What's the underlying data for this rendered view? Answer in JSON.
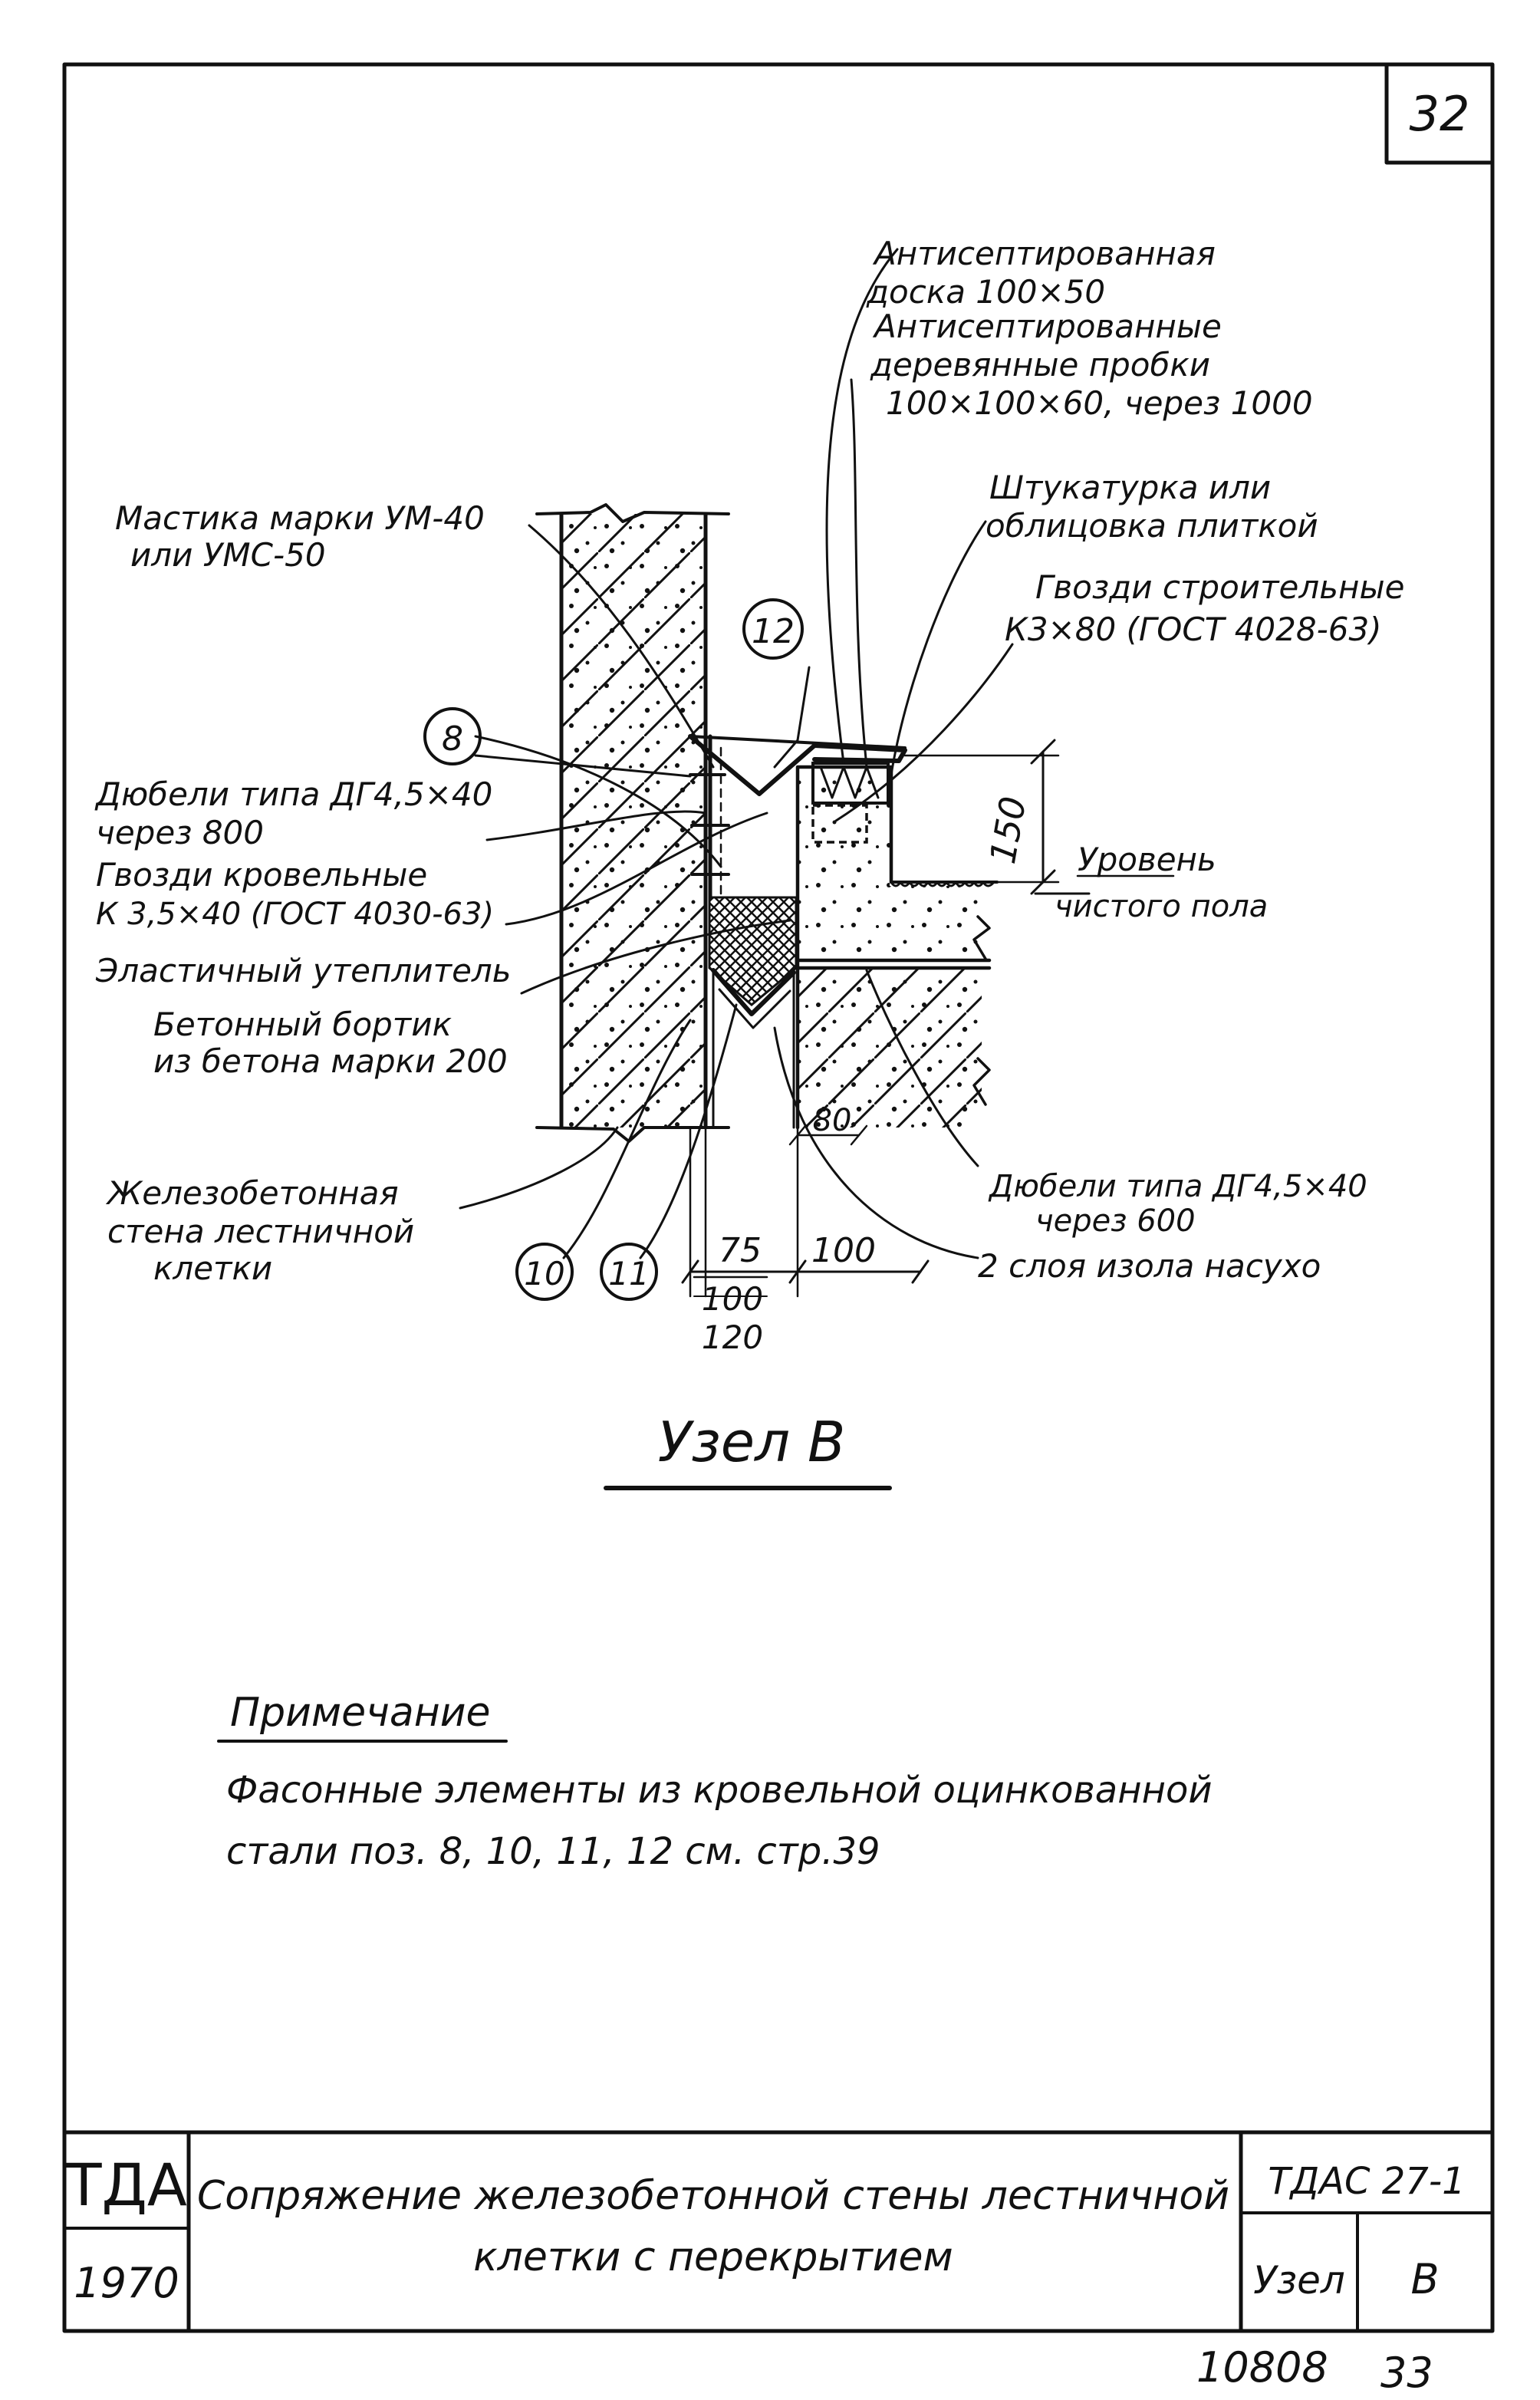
{
  "page_number": "32",
  "callouts": {
    "antiseptic_board": [
      "Антисептированная",
      "доска 100×50"
    ],
    "antiseptic_plugs": [
      "Антисептированные",
      "деревянные пробки",
      "100×100×60, через 1000"
    ],
    "plaster": [
      "Штукатурка или",
      "облицовка плиткой"
    ],
    "nails_construction": [
      "Гвозди строительные",
      "К3×80 (ГОСТ 4028-63)"
    ],
    "mastic": [
      "Мастика марки УМ-40",
      "или УМС-50"
    ],
    "dowels_top": [
      "Дюбели типа ДГ4,5×40",
      "через 800"
    ],
    "nails_roofing": [
      "Гвозди кровельные",
      "К 3,5×40 (ГОСТ 4030-63)"
    ],
    "insulation": [
      "Эластичный утеплитель"
    ],
    "concrete_curb": [
      "Бетонный бортик",
      "из бетона марки 200"
    ],
    "rc_wall": [
      "Железобетонная",
      "стена лестничной",
      "клетки"
    ],
    "floor_level": [
      "Уровень",
      "чистого пола"
    ],
    "dowels_bottom": [
      "Дюбели типа ДГ4,5×40",
      "через 600"
    ],
    "isol_layers": [
      "2 слоя изола насухо"
    ]
  },
  "markers": {
    "m8": "8",
    "m10": "10",
    "m11": "11",
    "m12": "12"
  },
  "dimensions": {
    "d150": "150",
    "d80": "80",
    "d75": "75",
    "d100": "100",
    "d100b": "100",
    "d120": "120"
  },
  "node_title": "Узел В",
  "note": {
    "heading": "Примечание",
    "lines": [
      "Фасонные элементы из кровельной оцинкованной",
      "стали поз. 8, 10, 11, 12   см. стр.39"
    ]
  },
  "title_block": {
    "org": "ТДА",
    "year": "1970",
    "title_lines": [
      "Сопряжение железобетонной стены лестничной",
      "клетки с перекрытием"
    ],
    "doc_code": "ТДАС 27-1",
    "node_label": "Узел",
    "node_letter": "В"
  },
  "footer": {
    "inventory": "10808",
    "sheet": "33"
  }
}
